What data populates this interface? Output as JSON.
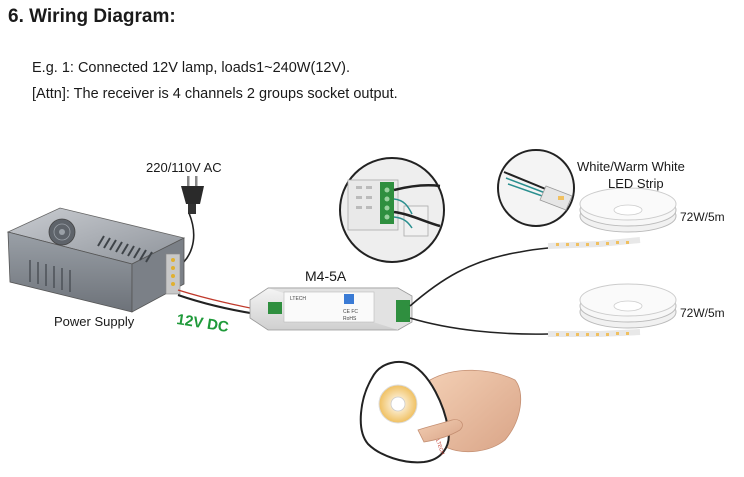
{
  "heading": "6. Wiring Diagram:",
  "notes": {
    "example": "E.g. 1: Connected 12V lamp, loads1~240W(12V).",
    "attention": "[Attn]: The receiver is 4 channels 2 groups socket output."
  },
  "labels": {
    "ac_input": "220/110V AC",
    "power_supply": "Power Supply",
    "dc_output": "12V DC",
    "receiver_model": "M4-5A",
    "strip_type_line1": "White/Warm White",
    "strip_type_line2": "LED Strip",
    "strip1_power": "72W/5m",
    "strip2_power": "72W/5m"
  },
  "device_markings": {
    "receiver_brand": "LTECH",
    "receiver_ce": "CE FC",
    "receiver_rohs": "RoHS",
    "remote_brand": "LTECH"
  },
  "colors": {
    "dc_label": "#1f9a3a",
    "wire": "#222222",
    "terminal_green": "#2f8f3f"
  }
}
